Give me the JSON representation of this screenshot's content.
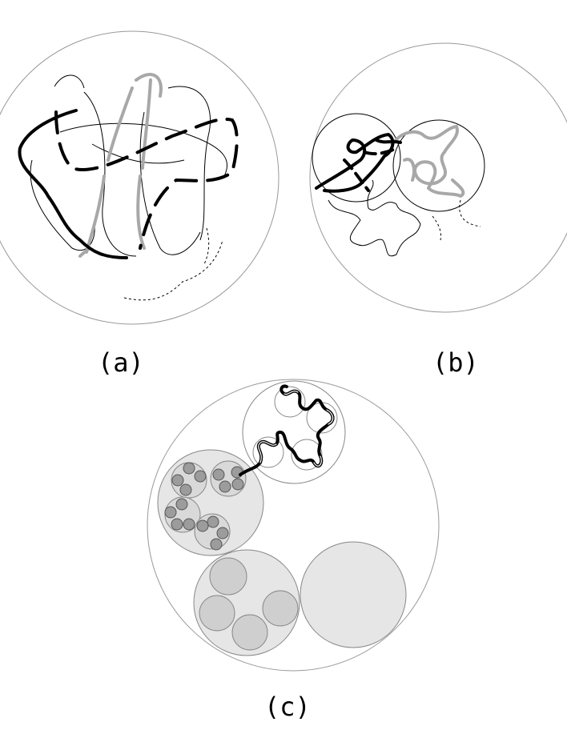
{
  "panels": {
    "a": {
      "label": "(a)"
    },
    "b": {
      "label": "(b)"
    },
    "c": {
      "label": "(c)"
    }
  },
  "colors": {
    "stroke": "#000000",
    "grey_chain": "#a8a8a8",
    "outline": "#999999",
    "fill_light": "#e6e6e6",
    "fill_dark": "#b3b3b3"
  }
}
